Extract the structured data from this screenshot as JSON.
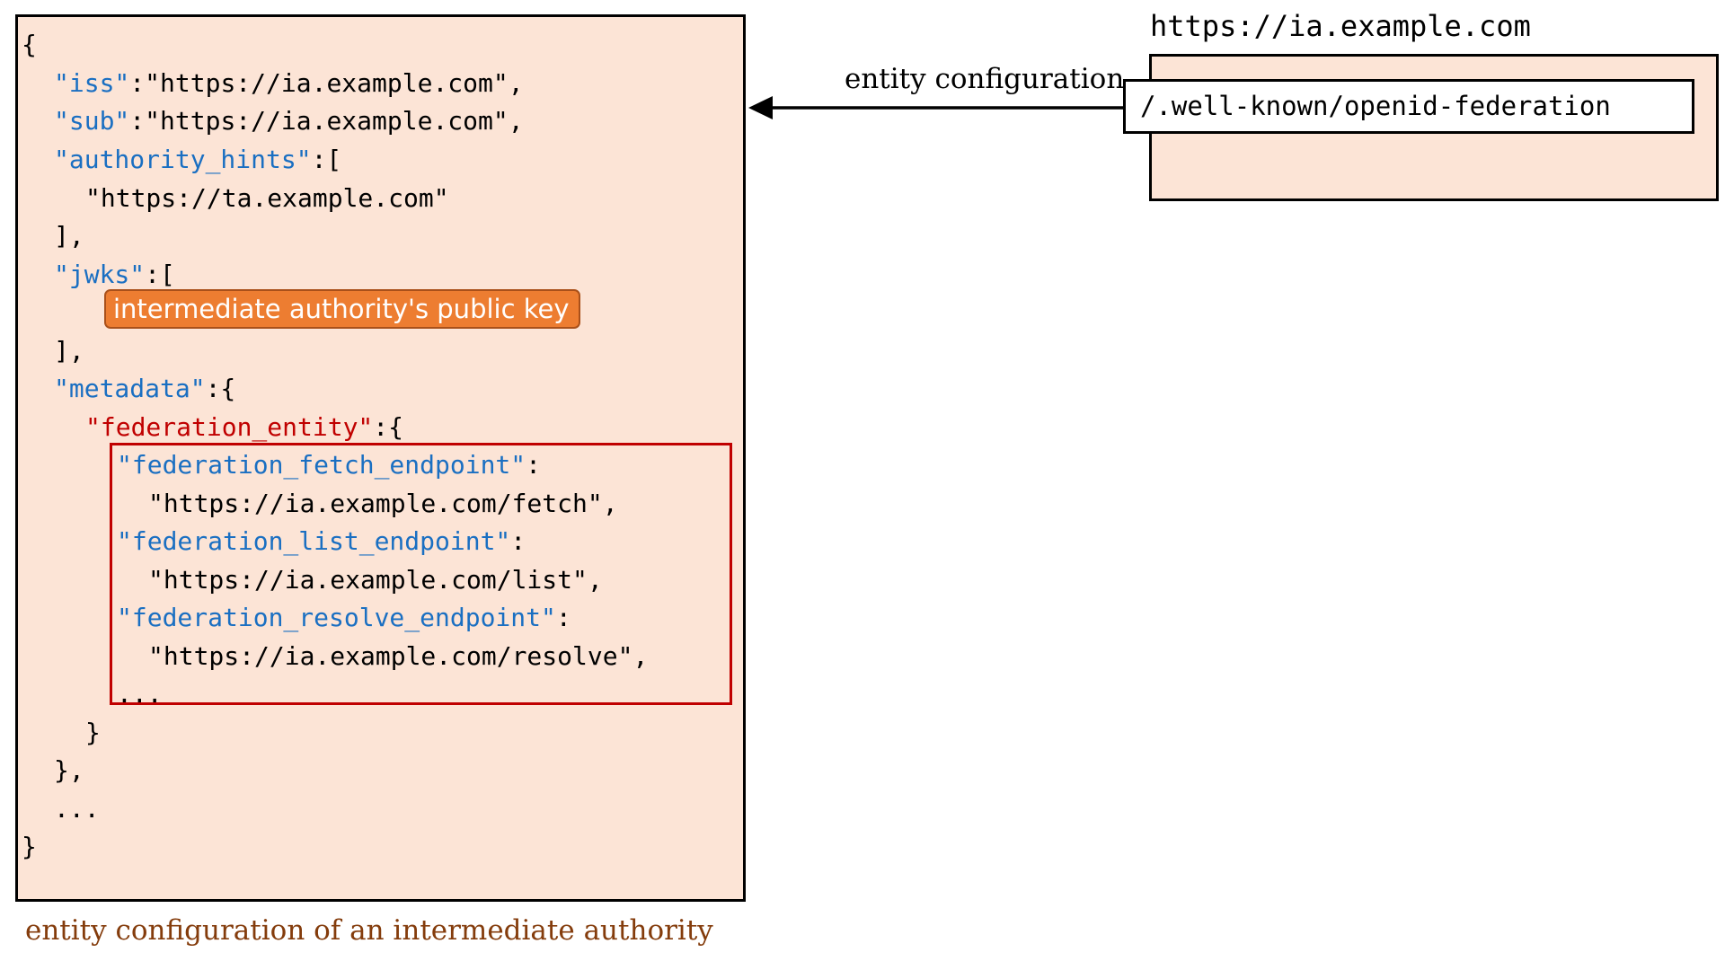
{
  "json_doc": {
    "open_brace": "{",
    "iss_key": "\"iss\"",
    "iss_value": ":\"https://ia.example.com\",",
    "sub_key": "\"sub\"",
    "sub_value": ":\"https://ia.example.com\",",
    "authority_hints_key": "\"authority_hints\"",
    "authority_hints_open": ":[",
    "authority_hint_0": "\"https://ta.example.com\"",
    "authority_hints_close": "],",
    "jwks_key": "\"jwks\"",
    "jwks_open": ":[",
    "jwks_item": "intermediate authority's public key",
    "jwks_close": "],",
    "metadata_key": "\"metadata\"",
    "metadata_open": ":{",
    "federation_entity_key": "\"federation_entity\"",
    "federation_entity_open": ":{",
    "fetch_endpoint_key": "\"federation_fetch_endpoint\"",
    "fetch_endpoint_colon": ":",
    "fetch_endpoint_value": "\"https://ia.example.com/fetch\",",
    "list_endpoint_key": "\"federation_list_endpoint\"",
    "list_endpoint_colon": ":",
    "list_endpoint_value": "\"https://ia.example.com/list\",",
    "resolve_endpoint_key": "\"federation_resolve_endpoint\"",
    "resolve_endpoint_colon": ":",
    "resolve_endpoint_value": "\"https://ia.example.com/resolve\",",
    "endpoints_ellipsis": "...",
    "federation_entity_close": "}",
    "metadata_close": "},",
    "doc_ellipsis": "...",
    "close_brace": "}"
  },
  "caption": "entity configuration of an intermediate authority",
  "server": {
    "host": "https://ia.example.com",
    "path": "/.well-known/openid-federation"
  },
  "arrow_label": "entity configuration",
  "colors": {
    "box_fill": "#fce4d6",
    "key_blue": "#1a6fc2",
    "key_red": "#c00000",
    "badge_orange": "#ed7d31",
    "caption_brown": "#843c0c"
  }
}
